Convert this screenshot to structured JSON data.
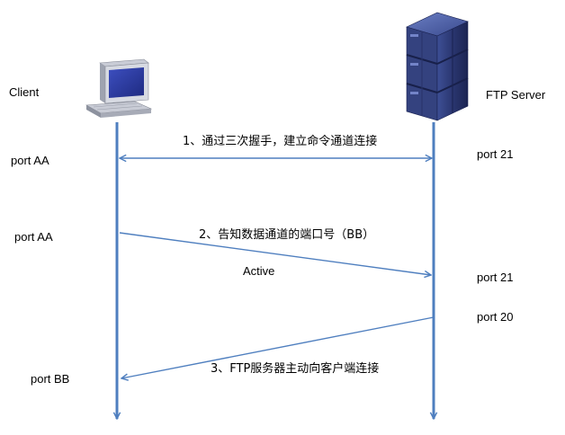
{
  "client": {
    "label": "Client",
    "icon": "desktop-computer-icon",
    "ports": [
      "port AA",
      "port AA",
      "port BB"
    ]
  },
  "server": {
    "label": "FTP Server",
    "icon": "server-rack-icon",
    "ports": [
      "port 21",
      "port 21",
      "port 20"
    ]
  },
  "messages": [
    {
      "text": "1、通过三次握手，建立命令通道连接",
      "direction": "bidirectional"
    },
    {
      "text": "2、告知数据通道的端口号（BB）",
      "direction": "client-to-server"
    },
    {
      "text": "3、FTP服务器主动向客户端连接",
      "direction": "server-to-client"
    }
  ],
  "mode_label": "Active",
  "colors": {
    "line": "#4f7fbf",
    "server_body": "#2e3d7a",
    "monitor_screen": "#2b3a9a"
  }
}
